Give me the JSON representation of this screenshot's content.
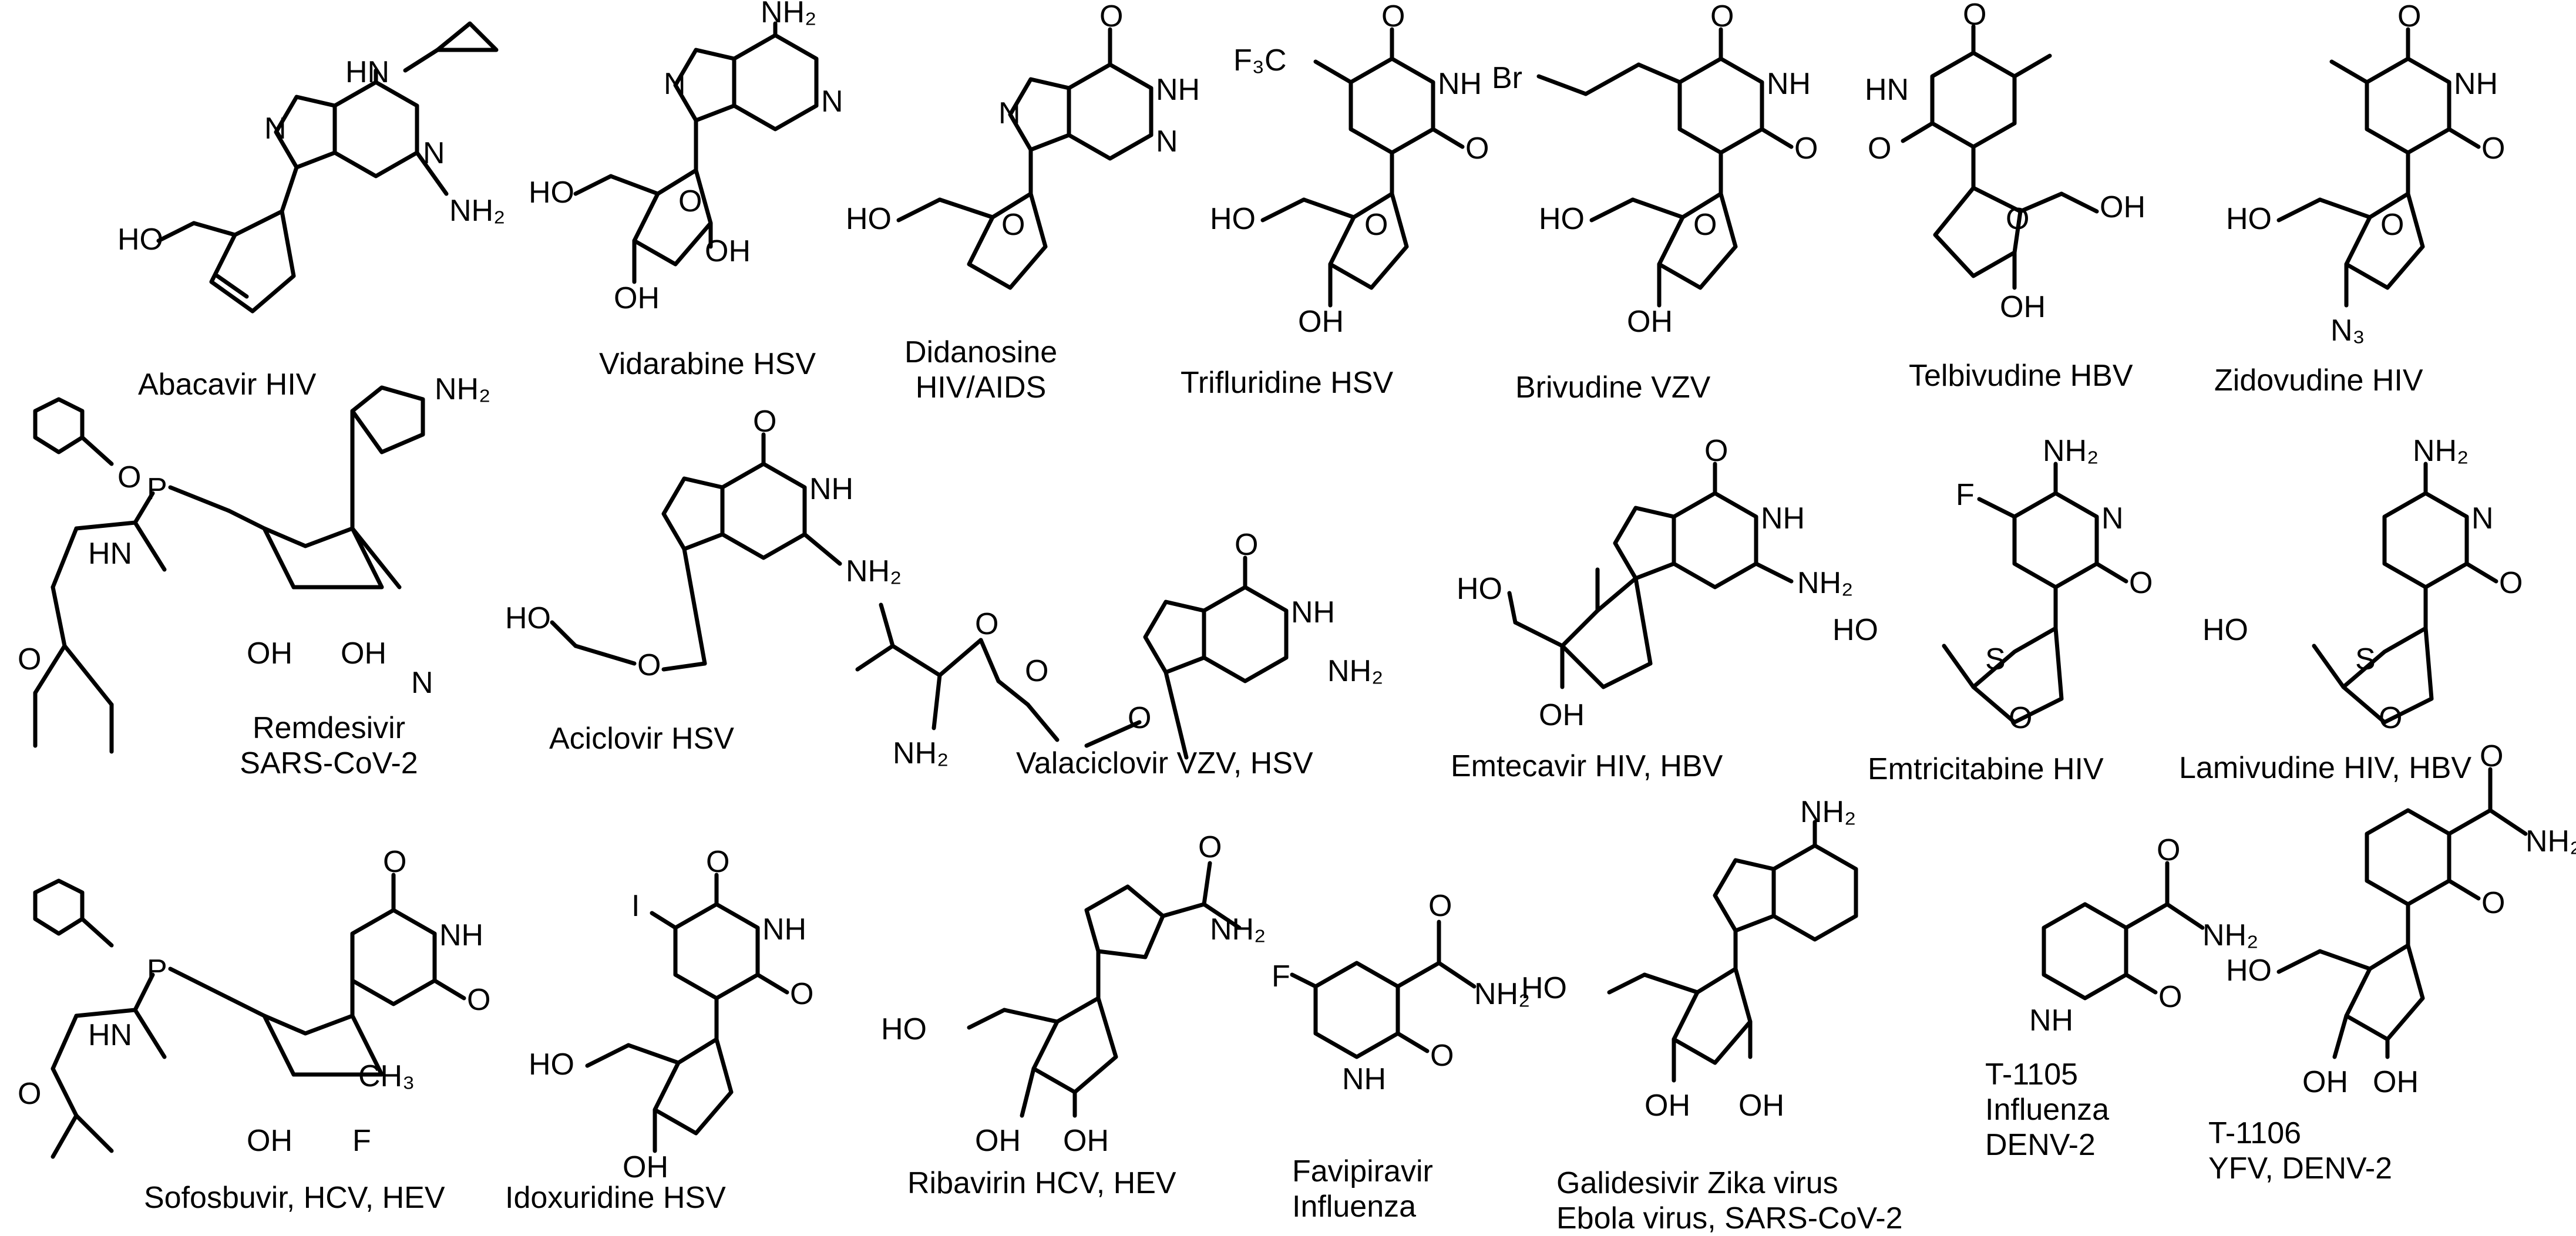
{
  "captions": {
    "abacavir": "Abacavir HIV",
    "vidarabine": "Vidarabine HSV",
    "didanosine_1": "Didanosine",
    "didanosine_2": "HIV/AIDS",
    "trifluridine": "Trifluridine HSV",
    "brivudine": "Brivudine VZV",
    "telbivudine": "Telbivudine HBV",
    "zidovudine": "Zidovudine HIV",
    "remdesivir_1": "Remdesivir",
    "remdesivir_2": "SARS-CoV-2",
    "aciclovir": "Aciclovir HSV",
    "valaciclovir": "Valaciclovir VZV, HSV",
    "emtecavir": "Emtecavir HIV, HBV",
    "emtricitabine": "Emtricitabine HIV",
    "lamivudine": "Lamivudine HIV, HBV",
    "sofosbuvir": "Sofosbuvir, HCV, HEV",
    "idoxuridine": "Idoxuridine HSV",
    "ribavirin": "Ribavirin HCV, HEV",
    "favipiravir_1": "Favipiravir",
    "favipiravir_2": "Influenza",
    "galidesivir_1": "Galidesivir Zika virus",
    "galidesivir_2": "Ebola virus, SARS-CoV-2",
    "t1105_1": "T-1105",
    "t1105_2": "Influenza",
    "t1105_3": "DENV-2",
    "t1106_1": "T-1106",
    "t1106_2": "YFV, DENV-2"
  },
  "atoms": {
    "NH2": "NH2",
    "NH": "NH",
    "HN": "HN",
    "N": "N",
    "O": "O",
    "S": "S",
    "HO": "HO",
    "OH": "OH",
    "F": "F",
    "I": "I",
    "Br": "Br",
    "P": "P",
    "CN_N": "N",
    "N3": "N3",
    "CF3": "F3C",
    "CH3": "CH3"
  }
}
